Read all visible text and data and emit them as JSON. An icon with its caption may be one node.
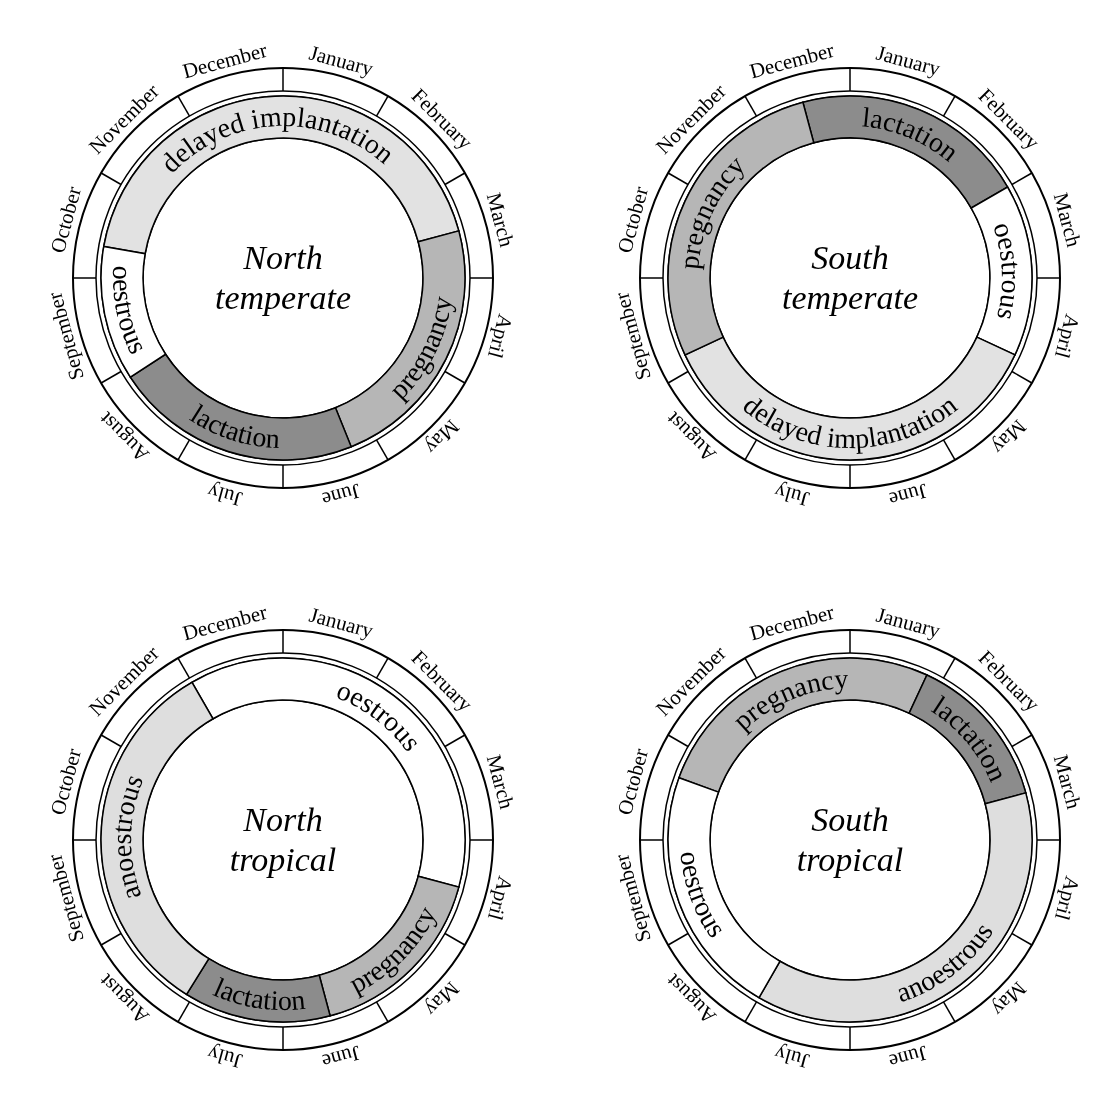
{
  "diagram": {
    "nodes": [
      {
        "text": [
          "North temperate"
        ]
      },
      {
        "text": [
          "delayed implantation"
        ],
        "in": 0
      },
      {
        "text": [
          "pregnancy"
        ],
        "in": 0
      },
      {
        "text": [
          "lactation"
        ],
        "in": 0
      },
      {
        "text": [
          "oestrous"
        ],
        "in": 0
      },
      {
        "text": [
          "South temperate"
        ]
      },
      {
        "text": [
          "lactation"
        ],
        "in": 5
      },
      {
        "text": [
          "oestrous"
        ],
        "in": 5
      },
      {
        "text": [
          "delayed implantation"
        ],
        "in": 5
      },
      {
        "text": [
          "pregnancy"
        ],
        "in": 5
      },
      {
        "text": [
          "North tropical"
        ]
      },
      {
        "text": [
          "oestrous"
        ],
        "in": 10
      },
      {
        "text": [
          "pregnancy"
        ],
        "in": 10
      },
      {
        "text": [
          "lactation"
        ],
        "in": 10
      },
      {
        "text": [
          "anoestrous"
        ],
        "in": 10
      },
      {
        "text": [
          "South tropical"
        ]
      },
      {
        "text": [
          "pregnancy"
        ],
        "in": 15
      },
      {
        "text": [
          "lactation"
        ],
        "in": 15
      },
      {
        "text": [
          "anoestrous"
        ],
        "in": 15
      },
      {
        "text": [
          "oestrous"
        ],
        "in": 15
      }
    ],
    "labels": [
      "January",
      "February",
      "March",
      "April",
      "May",
      "June",
      "July",
      "August",
      "September",
      "October",
      "November",
      "December",
      "January",
      "February",
      "March",
      "April",
      "May",
      "June",
      "July",
      "August",
      "September",
      "October",
      "November",
      "December",
      "January",
      "February",
      "March",
      "April",
      "May",
      "June",
      "July",
      "August",
      "September",
      "October",
      "November",
      "December",
      "January",
      "February",
      "March",
      "April",
      "May",
      "June",
      "July",
      "August",
      "September",
      "October",
      "November",
      "December"
    ]
  }
}
